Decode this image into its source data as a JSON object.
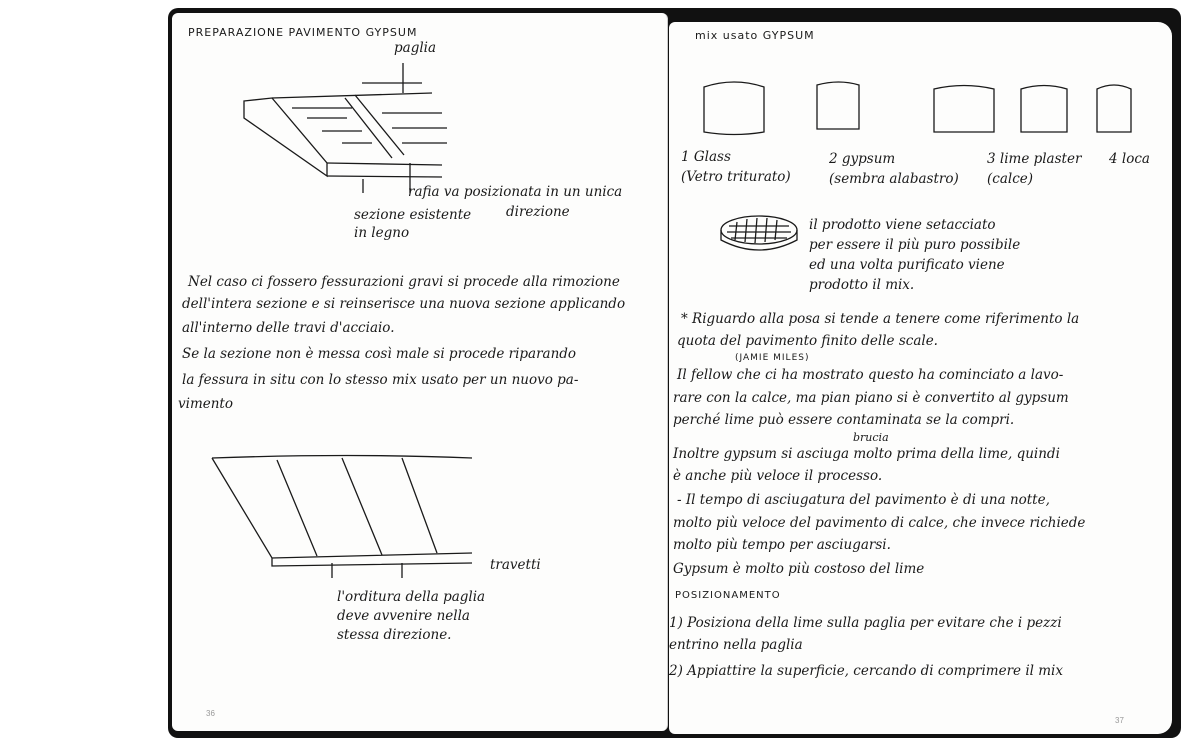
{
  "left_page": {
    "title": "PREPARAZIONE PAVIMENTO GYPSUM",
    "label_paglia": "paglia",
    "label_rafia": "rafia va posizionata in un unica",
    "label_rafia_2": "direzione",
    "label_sezione": "sezione esistente",
    "label_sezione_2": "in legno",
    "paragraph_1": [
      "Nel caso ci fossero fessurazioni gravi si procede alla rimozione",
      "dell'intera sezione e si reinserisce una nuova sezione applicando",
      "all'interno delle travi d'acciaio."
    ],
    "paragraph_2": [
      "Se la sezione non è messa così male si procede riparando",
      "la fessura in situ con lo stesso mix usato per un nuovo pa-",
      "vimento"
    ],
    "label_travetti": "travetti",
    "caption": [
      "l'orditura della paglia",
      "deve avvenire nella",
      "stessa direzione."
    ],
    "page_number": "36"
  },
  "right_page": {
    "title": "mix usato   GYPSUM",
    "items": [
      {
        "label": "1 Glass",
        "sub": "(Vetro triturato)"
      },
      {
        "label": "2 gypsum",
        "sub": "(sembra alabastro)"
      },
      {
        "label": "3 lime plaster",
        "sub": "(calce)"
      },
      {
        "label": "4 loca",
        "sub": ""
      }
    ],
    "sieve_note": [
      "il prodotto viene setacciato",
      "per essere il più puro possibile",
      "ed una volta purificato viene",
      "prodotto il mix."
    ],
    "notes": [
      "* Riguardo alla posa si tende a tenere come riferimento la",
      "quota del pavimento finito delle scale.",
      "Il fellow che ci ha mostrato questo ha cominciato a lavo-",
      "rare con la calce, ma pian piano si è convertito al gypsum",
      "perché lime può essere contaminata se la compri.",
      "Inoltre gypsum si asciuga molto prima della lime, quindi",
      "è anche più veloce il processo.",
      "- Il tempo di asciugatura del pavimento è di una notte,",
      "molto più veloce del pavimento di calce, che invece richiede",
      "molto più tempo per asciugarsi.",
      "Gypsum è molto più costoso del lime"
    ],
    "annotation_name": "(JAMIE MILES)",
    "annotation_brucia": "brucia",
    "section_title": "POSIZIONAMENTO",
    "steps": [
      "1) Posiziona della lime sulla paglia per evitare che i pezzi",
      "entrino nella paglia",
      "2) Appiattire la superficie, cercando di comprimere il mix"
    ],
    "page_number": "37"
  }
}
